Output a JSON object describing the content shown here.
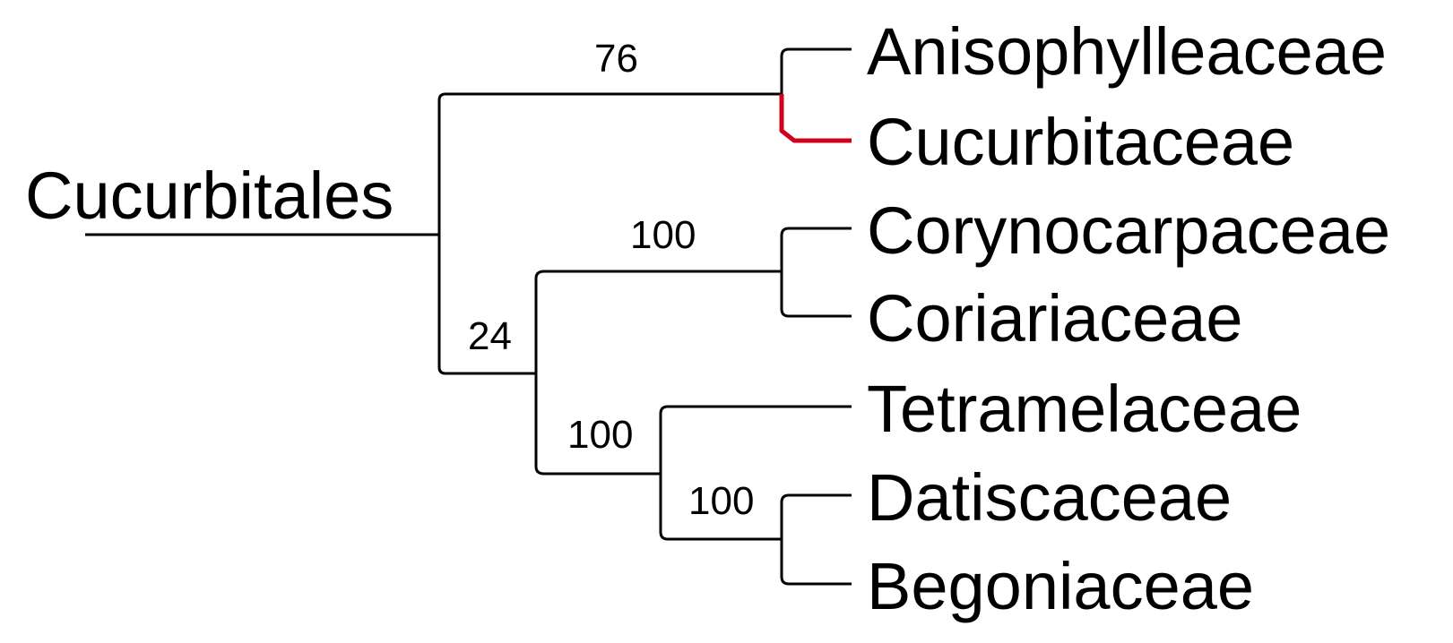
{
  "tree": {
    "root_label": "Cucurbitales",
    "taxa": [
      "Anisophylleaceae",
      "Cucurbitaceae",
      "Corynocarpaceae",
      "Coriariaceae",
      "Tetramelaceae",
      "Datiscaceae",
      "Begoniaceae"
    ],
    "support_values": {
      "anisophylleaceae_cucurbitaceae": "76",
      "corynocarpaceae_coriariaceae": "100",
      "corynocarpaceae_to_begoniaceae": "24",
      "tetramelaceae_datiscaceae_begoniaceae": "100",
      "datiscaceae_begoniaceae": "100"
    },
    "highlighted_taxon": "Cucurbitaceae",
    "colors": {
      "branch": "#000000",
      "highlight": "#d0021b",
      "text": "#000000"
    }
  }
}
